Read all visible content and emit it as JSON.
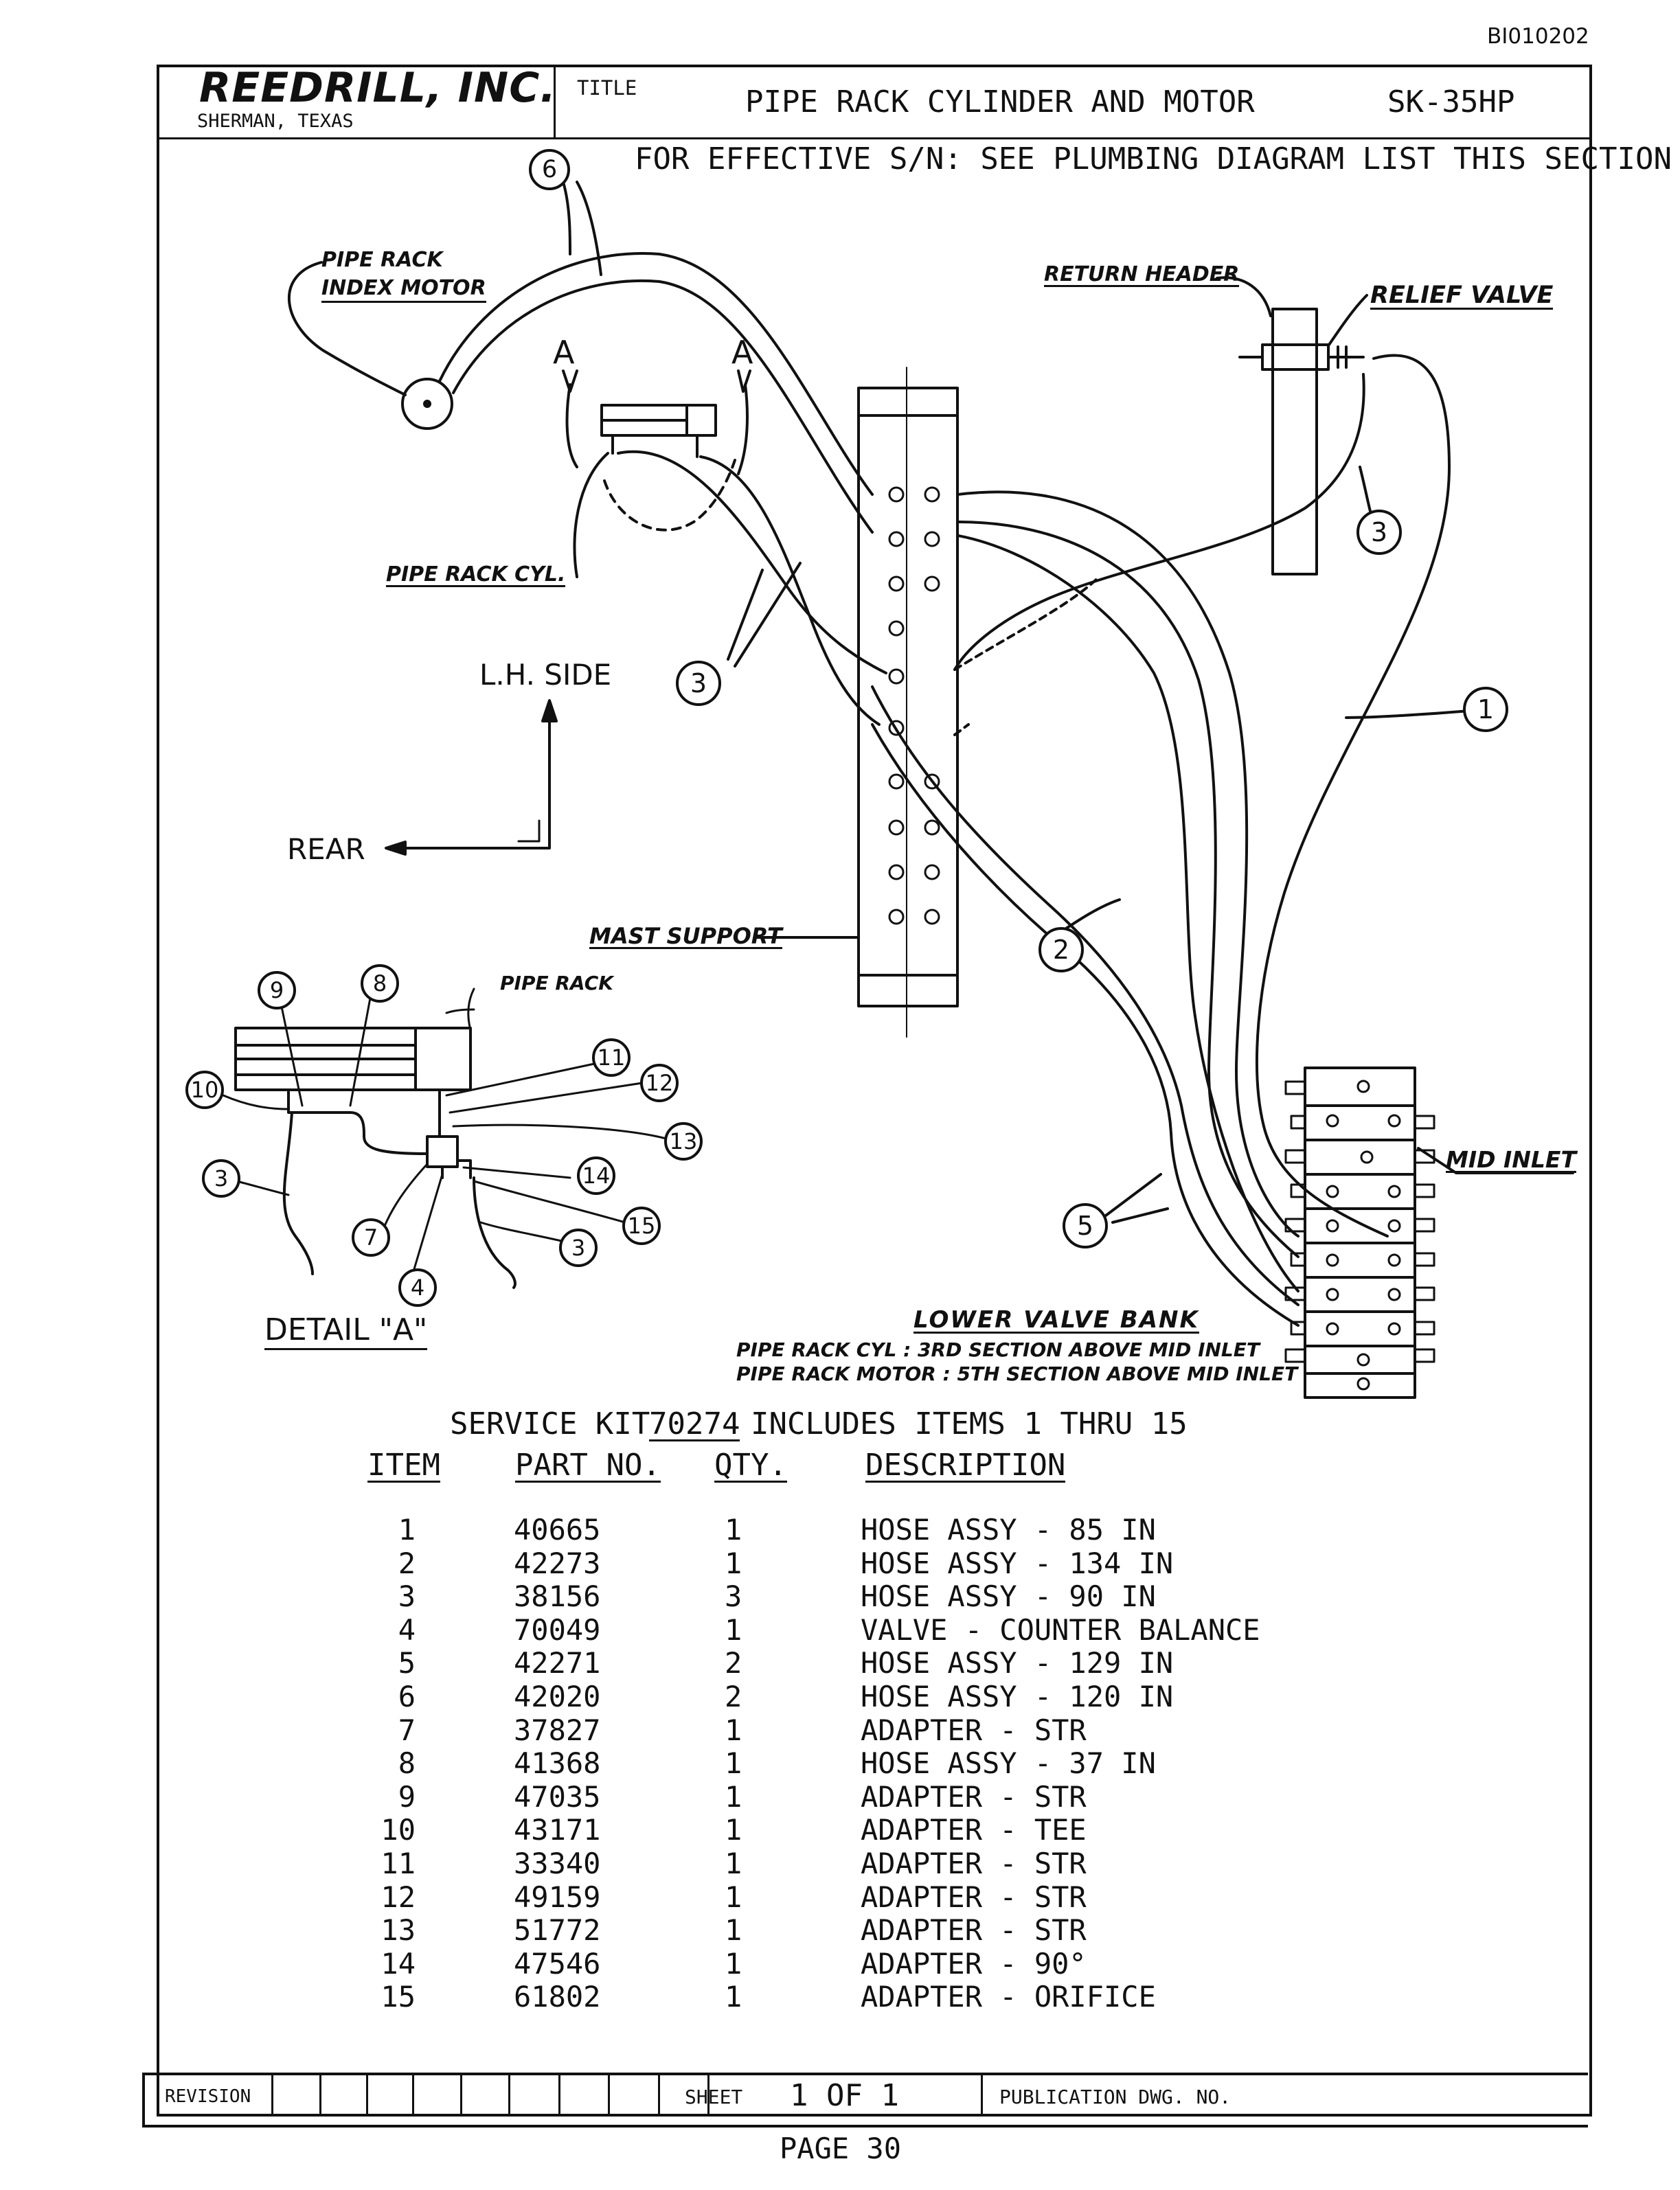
{
  "doc_code": "BI010202",
  "title_block": {
    "company": "REEDRILL, INC.",
    "location": "SHERMAN, TEXAS",
    "title_label": "TITLE",
    "title": "PIPE RACK CYLINDER AND MOTOR",
    "drawing_no": "SK-35HP"
  },
  "effective_note": "FOR EFFECTIVE S/N: SEE PLUMBING DIAGRAM LIST THIS SECTION",
  "diagram": {
    "labels": {
      "pipe_rack_index_motor_1": "PIPE RACK",
      "pipe_rack_index_motor_2": "INDEX MOTOR",
      "return_header": "RETURN HEADER",
      "relief_valve": "RELIEF VALVE",
      "pipe_rack_cyl": "PIPE RACK CYL.",
      "lh_side": "L.H. SIDE",
      "rear": "REAR",
      "mast_support": "MAST SUPPORT",
      "pipe_rack": "PIPE RACK",
      "mid_inlet": "MID INLET",
      "lower_valve_bank": "LOWER VALVE BANK",
      "note_cyl": "PIPE RACK CYL : 3RD SECTION ABOVE MID INLET",
      "note_motor": "PIPE RACK MOTOR : 5TH SECTION ABOVE MID INLET",
      "detail": "DETAIL \"A\"",
      "view_a_left": "A",
      "view_a_right": "A"
    },
    "callouts": [
      "6",
      "3",
      "3",
      "1",
      "2",
      "5",
      "9",
      "8",
      "10",
      "11",
      "12",
      "13",
      "3",
      "14",
      "15",
      "7",
      "3",
      "4"
    ]
  },
  "service_kit": {
    "heading_pre": "SERVICE KIT",
    "kit_no": "70274",
    "heading_post": "INCLUDES ITEMS 1 THRU 15",
    "columns": [
      "ITEM",
      "PART NO.",
      "QTY.",
      "DESCRIPTION"
    ],
    "rows": [
      {
        "item": "1",
        "part": "40665",
        "qty": "1",
        "desc": "HOSE ASSY - 85 IN"
      },
      {
        "item": "2",
        "part": "42273",
        "qty": "1",
        "desc": "HOSE ASSY - 134 IN"
      },
      {
        "item": "3",
        "part": "38156",
        "qty": "3",
        "desc": "HOSE ASSY - 90 IN"
      },
      {
        "item": "4",
        "part": "70049",
        "qty": "1",
        "desc": "VALVE - COUNTER BALANCE"
      },
      {
        "item": "5",
        "part": "42271",
        "qty": "2",
        "desc": "HOSE ASSY - 129 IN"
      },
      {
        "item": "6",
        "part": "42020",
        "qty": "2",
        "desc": "HOSE ASSY - 120 IN"
      },
      {
        "item": "7",
        "part": "37827",
        "qty": "1",
        "desc": "ADAPTER - STR"
      },
      {
        "item": "8",
        "part": "41368",
        "qty": "1",
        "desc": "HOSE ASSY - 37 IN"
      },
      {
        "item": "9",
        "part": "47035",
        "qty": "1",
        "desc": "ADAPTER - STR"
      },
      {
        "item": "10",
        "part": "43171",
        "qty": "1",
        "desc": "ADAPTER - TEE"
      },
      {
        "item": "11",
        "part": "33340",
        "qty": "1",
        "desc": "ADAPTER - STR"
      },
      {
        "item": "12",
        "part": "49159",
        "qty": "1",
        "desc": "ADAPTER - STR"
      },
      {
        "item": "13",
        "part": "51772",
        "qty": "1",
        "desc": "ADAPTER - STR"
      },
      {
        "item": "14",
        "part": "47546",
        "qty": "1",
        "desc": "ADAPTER - 90°"
      },
      {
        "item": "15",
        "part": "61802",
        "qty": "1",
        "desc": "ADAPTER - ORIFICE"
      }
    ]
  },
  "footer": {
    "revision_label": "REVISION",
    "sheet_label": "SHEET",
    "sheet_value": "1 OF 1",
    "publication_label": "PUBLICATION DWG. NO.",
    "page": "PAGE 30"
  }
}
